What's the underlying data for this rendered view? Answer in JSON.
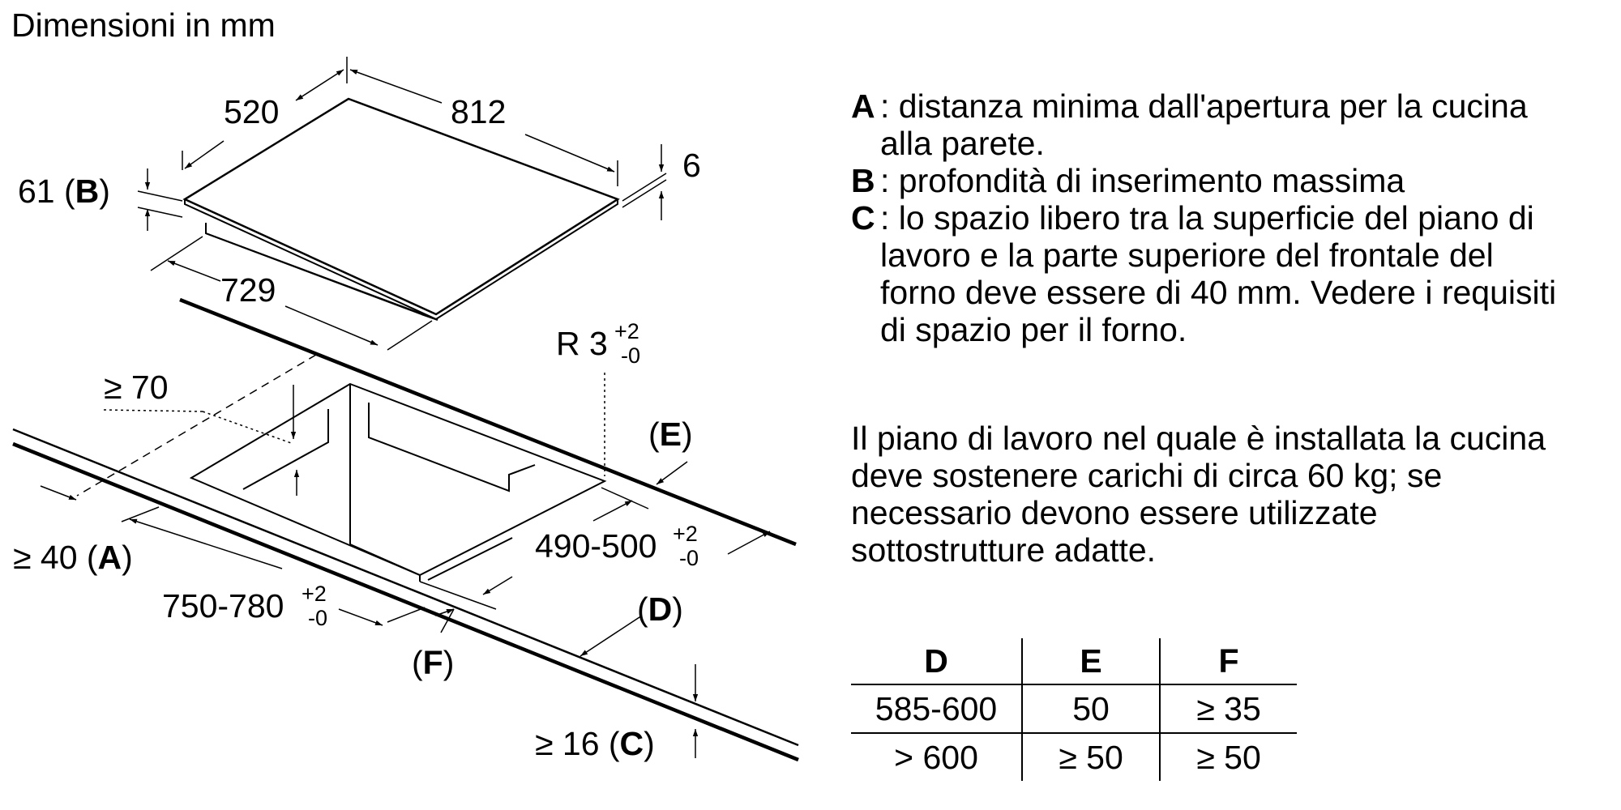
{
  "title": "Dimensioni in mm",
  "drawing": {
    "dim_520": "520",
    "dim_812": "812",
    "dim_61": "61 (",
    "dim_61_key": "B",
    "dim_61_close": ")",
    "dim_6": "6",
    "dim_729": "729",
    "radius": "R 3",
    "radius_tol_plus": "+2",
    "radius_tol_minus": "-0",
    "min_70": "≥ 70",
    "label_E_open": "(",
    "label_E": "E",
    "label_E_close": ")",
    "min_40": "≥ 40 (",
    "min_40_key": "A",
    "min_40_close": ")",
    "cutout_depth": "490-500",
    "cutout_depth_tol_plus": "+2",
    "cutout_depth_tol_minus": "-0",
    "cutout_width": "750-780",
    "cutout_width_tol_plus": "+2",
    "cutout_width_tol_minus": "-0",
    "label_D_open": "(",
    "label_D": "D",
    "label_D_close": ")",
    "label_F_open": "(",
    "label_F": "F",
    "label_F_close": ")",
    "min_16": "≥ 16 (",
    "min_16_key": "C",
    "min_16_close": ")"
  },
  "legend": [
    {
      "key": "A",
      "text": ": distanza minima dall'apertura per la cucina alla parete."
    },
    {
      "key": "B",
      "text": ": profondità di inserimento massima"
    },
    {
      "key": "C",
      "text": ": lo spazio libero tra la superficie del piano di lavoro e la parte superiore del frontale del forno deve essere di 40 mm. Vedere i requisiti di spazio per il forno."
    }
  ],
  "note": "Il piano di lavoro nel quale è installata la cucina deve sostenere carichi di circa 60 kg; se necessario devono essere utilizzate sottostrutture adatte.",
  "table": {
    "headers": [
      "D",
      "E",
      "F"
    ],
    "rows": [
      [
        "585-600",
        "50",
        "≥ 35"
      ],
      [
        "> 600",
        "≥ 50",
        "≥ 50"
      ]
    ]
  }
}
